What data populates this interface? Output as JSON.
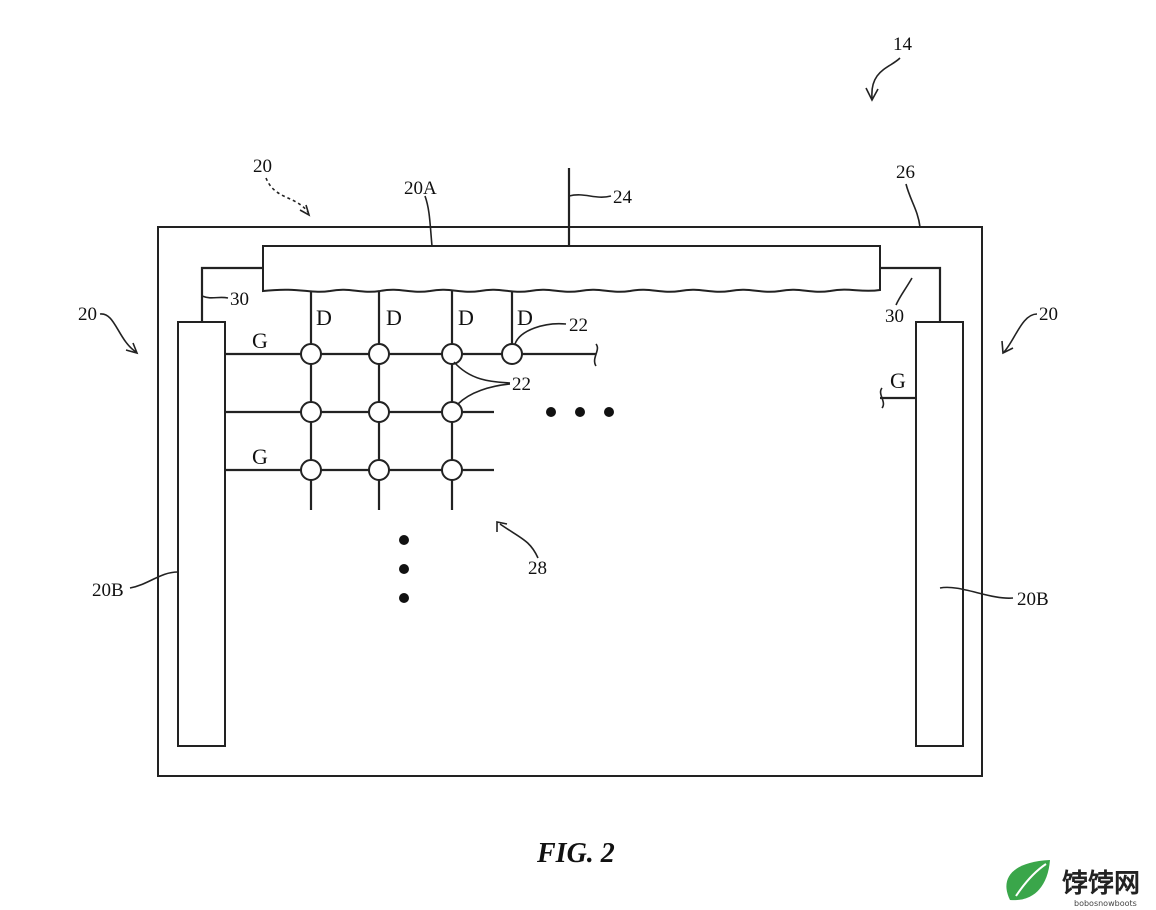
{
  "figure": {
    "caption": "FIG. 2",
    "ref_device": "14",
    "ref_driver_circuitry_top": "20",
    "ref_driver_circuitry_left": "20",
    "ref_driver_circuitry_right": "20",
    "ref_data_driver": "20A",
    "ref_gate_driver_left": "20B",
    "ref_gate_driver_right": "20B",
    "ref_path_24": "24",
    "ref_substrate_26": "26",
    "ref_signal_path_left": "30",
    "ref_signal_path_right": "30",
    "ref_pixel_single": "22",
    "ref_pixel_pair": "22",
    "ref_array_28": "28",
    "data_line_labels": [
      "D",
      "D",
      "D",
      "D"
    ],
    "gate_line_labels": [
      "G",
      "G"
    ],
    "gate_line_label_right": "G"
  },
  "watermark": {
    "brand": "饽饽网",
    "sub": "bobosnowboots"
  }
}
